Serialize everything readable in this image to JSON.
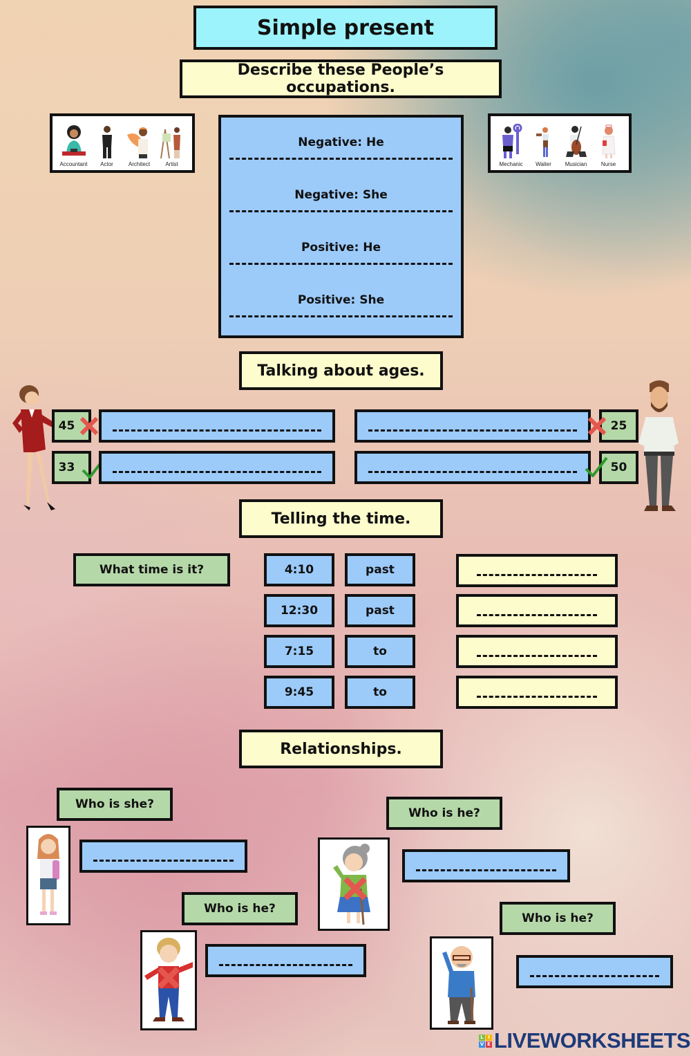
{
  "title": "Simple present",
  "sections": {
    "occupations": {
      "heading": "Describe these People’s occupations.",
      "left_strip": [
        "Accountant",
        "Actor",
        "Architect",
        "Artist"
      ],
      "right_strip": [
        "Mechanic",
        "Waiter",
        "Musician",
        "Nurse"
      ],
      "prompts": [
        "Negative: He",
        "Negative: She",
        "Positive: He",
        "Positive: She"
      ]
    },
    "ages": {
      "heading": "Talking about ages.",
      "woman": [
        {
          "age": "45",
          "mark": "wrong"
        },
        {
          "age": "33",
          "mark": "right"
        }
      ],
      "man": [
        {
          "age": "25",
          "mark": "wrong"
        },
        {
          "age": "50",
          "mark": "right"
        }
      ]
    },
    "time": {
      "heading": "Telling the time.",
      "question": "What time is it?",
      "rows": [
        {
          "time": "4:10",
          "word": "past"
        },
        {
          "time": "12:30",
          "word": "past"
        },
        {
          "time": "7:15",
          "word": "to"
        },
        {
          "time": "9:45",
          "word": "to"
        }
      ]
    },
    "relationships": {
      "heading": "Relationships.",
      "questions": [
        "Who is she?",
        "Who is he?",
        "Who is he?",
        "Who is he?"
      ]
    }
  },
  "colors": {
    "title_bg": "#9df3fb",
    "heading_bg": "#fdfccc",
    "answer_bg": "#9ccbfa",
    "label_bg": "#b5d8a8",
    "wrong": "#e4574e",
    "right": "#2e9a2e",
    "brand": "#1e3a78"
  },
  "brand": {
    "logo_letters": [
      "L",
      "I",
      "V",
      "E"
    ],
    "name": "LIVEWORKSHEETS"
  }
}
